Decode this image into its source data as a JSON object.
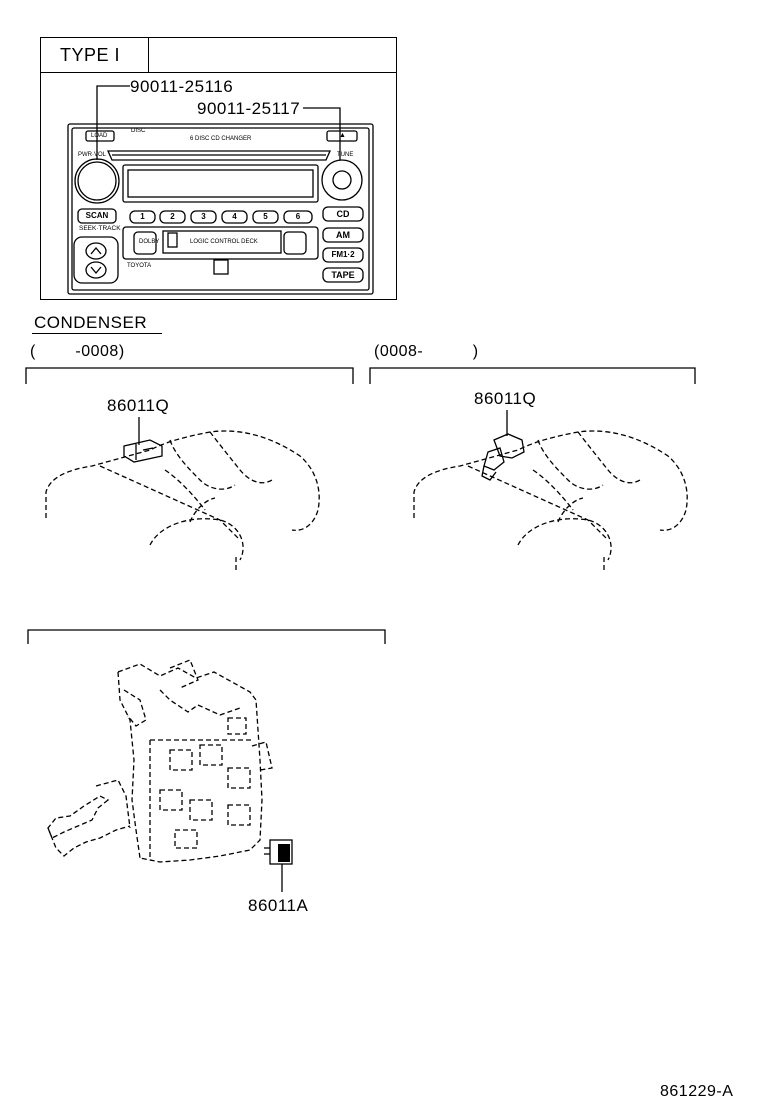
{
  "type_box": {
    "label": "TYPE I"
  },
  "parts": {
    "knob_left": "90011-25116",
    "knob_right": "90011-25117",
    "condenser_old": "86011Q",
    "condenser_new": "86011Q",
    "junction": "86011A"
  },
  "section": {
    "title": "CONDENSER"
  },
  "ranges": {
    "left": "(        -0008)",
    "right": "(0008-          )"
  },
  "radio": {
    "load": "LOAD",
    "disc": "DISC",
    "title": "6 DISC CD CHANGER",
    "pwr": "PWR·VOL",
    "tune": "TUNE",
    "scan": "SCAN",
    "seek": "SEEK·TRACK",
    "presets": [
      "1",
      "2",
      "3",
      "4",
      "5",
      "6"
    ],
    "cd": "CD",
    "am": "AM",
    "fm": "FM1·2",
    "tape": "TAPE",
    "deck": "LOGIC CONTROL DECK",
    "brand": "TOYOTA",
    "dolby": "DOLBY",
    "eject": "▲"
  },
  "footer": {
    "code": "861229-A"
  }
}
